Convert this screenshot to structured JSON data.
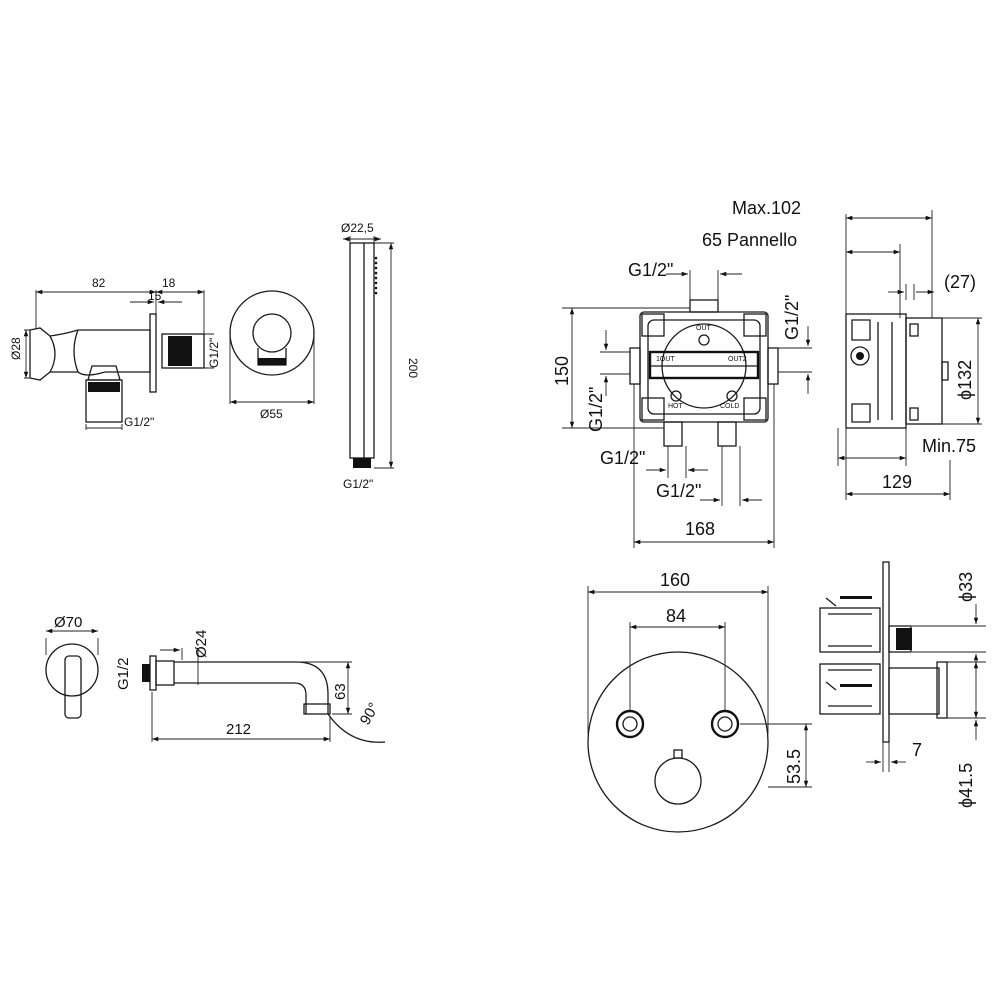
{
  "drawing": {
    "hand_shower_holder": {
      "length": "82",
      "offset": "18",
      "small": "15",
      "diameter": "Ø28",
      "inlet": "G1/2\"",
      "side_thread": "G1/2\""
    },
    "outlet_elbow": {
      "diameter": "Ø55"
    },
    "hand_shower": {
      "diameter": "Ø22,5",
      "length": "200",
      "thread": "G1/2\""
    },
    "spout": {
      "rosette": "Ø70",
      "thread": "G1/2",
      "tube": "Ø24",
      "length": "212",
      "height": "63",
      "angle": "90°"
    },
    "body": {
      "max_depth": "Max.102",
      "panel": "65 Pannello",
      "clearance": "(27)",
      "top_thread": "G1/2\"",
      "right_thread": "G1/2\"",
      "height": "150",
      "left_thread": "G1/2\"",
      "bottom_thread_left": "G1/2\"",
      "bottom_thread_right": "G1/2\"",
      "width": "168",
      "side_diameter": "ϕ132",
      "min_depth": "Min.75",
      "side_depth": "129",
      "port_out": "OUT",
      "port_out1": "1OUT",
      "port_out2": "OUT2",
      "port_hot": "HOT",
      "port_cold": "COLD"
    },
    "plate": {
      "diameter": "160",
      "button_spacing": "84",
      "knob_offset": "53.5"
    },
    "cartridge": {
      "diameter_top": "ϕ33",
      "diameter_bottom": "ϕ41.5",
      "protrusion": "7"
    }
  }
}
